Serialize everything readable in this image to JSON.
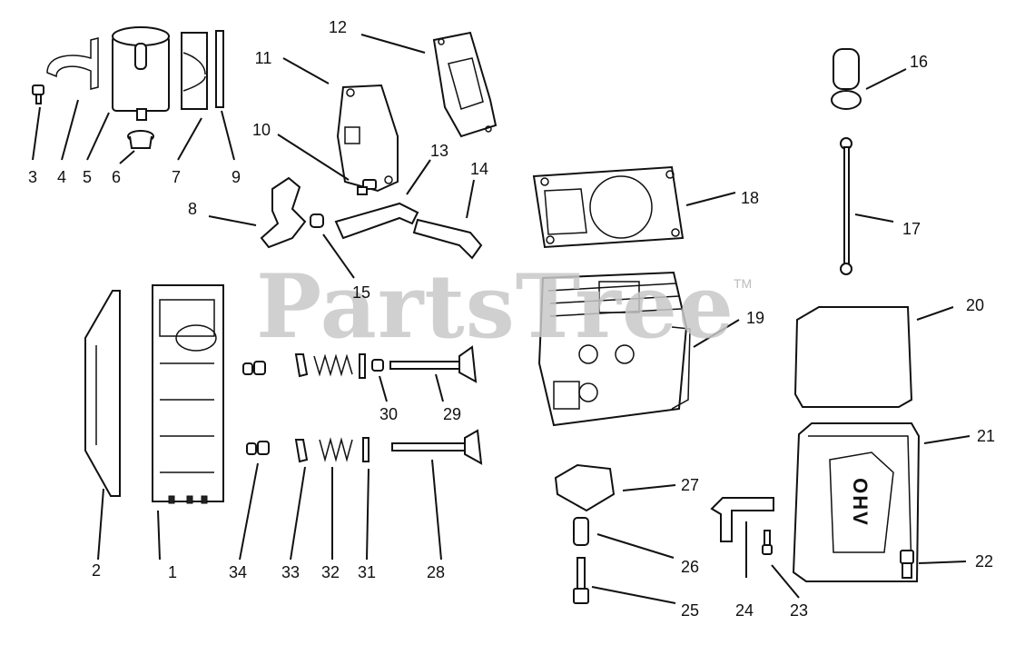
{
  "watermark": {
    "brand": "PartsTree",
    "trademark": "TM"
  },
  "callouts": [
    {
      "id": "c1",
      "label": "1"
    },
    {
      "id": "c2",
      "label": "2"
    },
    {
      "id": "c3",
      "label": "3"
    },
    {
      "id": "c4",
      "label": "4"
    },
    {
      "id": "c5",
      "label": "5"
    },
    {
      "id": "c6",
      "label": "6"
    },
    {
      "id": "c7",
      "label": "7"
    },
    {
      "id": "c8",
      "label": "8"
    },
    {
      "id": "c9",
      "label": "9"
    },
    {
      "id": "c10",
      "label": "10"
    },
    {
      "id": "c11",
      "label": "11"
    },
    {
      "id": "c12",
      "label": "12"
    },
    {
      "id": "c13",
      "label": "13"
    },
    {
      "id": "c14",
      "label": "14"
    },
    {
      "id": "c15",
      "label": "15"
    },
    {
      "id": "c16",
      "label": "16"
    },
    {
      "id": "c17",
      "label": "17"
    },
    {
      "id": "c18",
      "label": "18"
    },
    {
      "id": "c19",
      "label": "19"
    },
    {
      "id": "c20",
      "label": "20"
    },
    {
      "id": "c21",
      "label": "21"
    },
    {
      "id": "c22",
      "label": "22"
    },
    {
      "id": "c23",
      "label": "23"
    },
    {
      "id": "c24",
      "label": "24"
    },
    {
      "id": "c25",
      "label": "25"
    },
    {
      "id": "c26",
      "label": "26"
    },
    {
      "id": "c27",
      "label": "27"
    },
    {
      "id": "c28",
      "label": "28"
    },
    {
      "id": "c29",
      "label": "29"
    },
    {
      "id": "c30",
      "label": "30"
    },
    {
      "id": "c31",
      "label": "31"
    },
    {
      "id": "c32",
      "label": "32"
    },
    {
      "id": "c33",
      "label": "33"
    },
    {
      "id": "c34",
      "label": "34"
    }
  ],
  "cover_stamp": "OHV"
}
